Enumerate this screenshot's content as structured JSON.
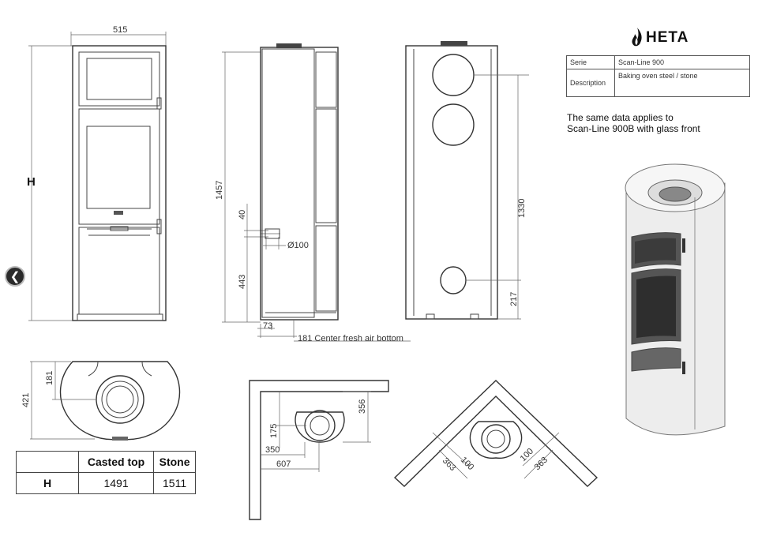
{
  "brand": {
    "logo_text": "HETA"
  },
  "spec_table": {
    "serie_label": "Serie",
    "serie_value": "Scan-Line 900",
    "description_label": "Description",
    "description_value": "Baking oven steel / stone"
  },
  "note": {
    "line1": "The same data applies to",
    "line2": "Scan-Line 900B with glass front"
  },
  "height_table": {
    "headers": [
      "",
      "Casted top",
      "Stone"
    ],
    "row_label": "H",
    "values": [
      "1491",
      "1511"
    ]
  },
  "dimensions": {
    "front_width": "515",
    "front_height": "H",
    "side_total_height": "1457",
    "side_offset": "40",
    "side_diameter": "Ø100",
    "side_air_height": "443",
    "side_depth": "73",
    "fresh_air_note": "181 Center fresh air bottom",
    "back_height": "1330",
    "back_low": "217",
    "top_depth": "421",
    "top_offset": "181",
    "wall_356": "356",
    "wall_175": "175",
    "wall_350": "350",
    "wall_607": "607",
    "corner_100_left": "100",
    "corner_100_right": "100",
    "corner_363_left": "363",
    "corner_363_right": "363"
  },
  "navigation": {
    "back_icon": "chevron-left-icon"
  }
}
